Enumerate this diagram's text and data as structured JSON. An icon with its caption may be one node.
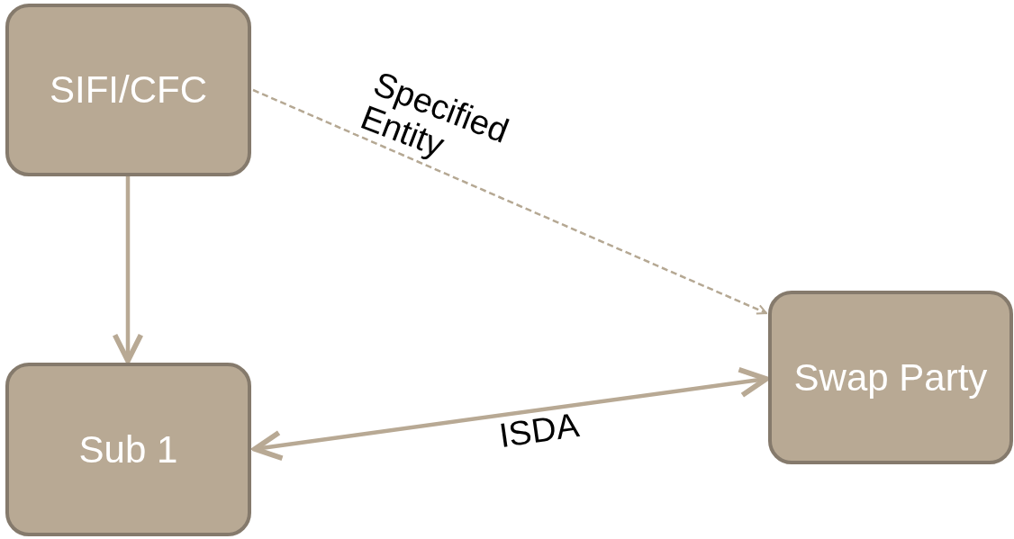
{
  "diagram": {
    "nodes": [
      {
        "text": [
          "SIFI/CFC"
        ]
      },
      {
        "text": [
          "Sub 1"
        ]
      },
      {
        "text": [
          "Swap Party"
        ]
      }
    ],
    "edges": [
      {
        "from": 0,
        "to": 1,
        "arrow": "to"
      },
      {
        "from": 0,
        "to": 2,
        "arrow": "to",
        "label": "Specified Entity",
        "style": "dashed"
      },
      {
        "from": 1,
        "to": 2,
        "arrow": "both",
        "label": "ISDA"
      }
    ]
  }
}
